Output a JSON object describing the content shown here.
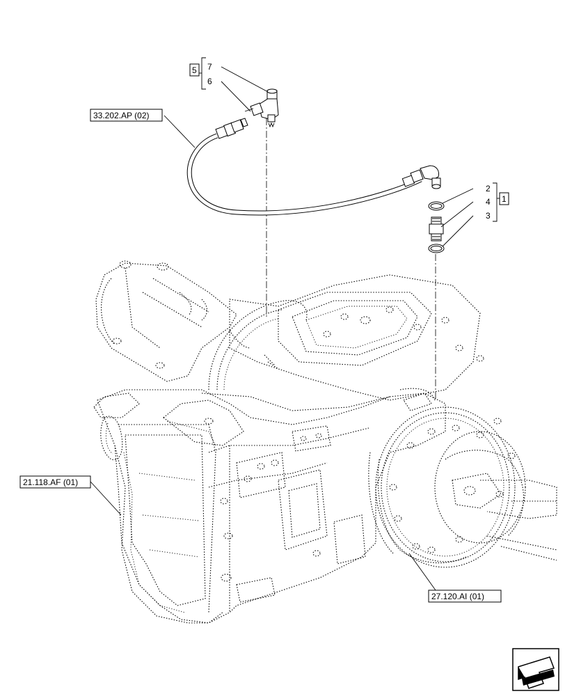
{
  "references": {
    "hose_ref": "33.202.AP (02)",
    "housing_ref": "21.118.AF (01)",
    "final_drive_ref": "27.120.AI (01)"
  },
  "group_labels": {
    "kit_top": "5",
    "kit_right": "1"
  },
  "callouts": {
    "c7": "7",
    "c6": "6",
    "c2": "2",
    "c4": "4",
    "c3": "3"
  },
  "icons": {
    "nav": "arrow-direction-icon"
  }
}
